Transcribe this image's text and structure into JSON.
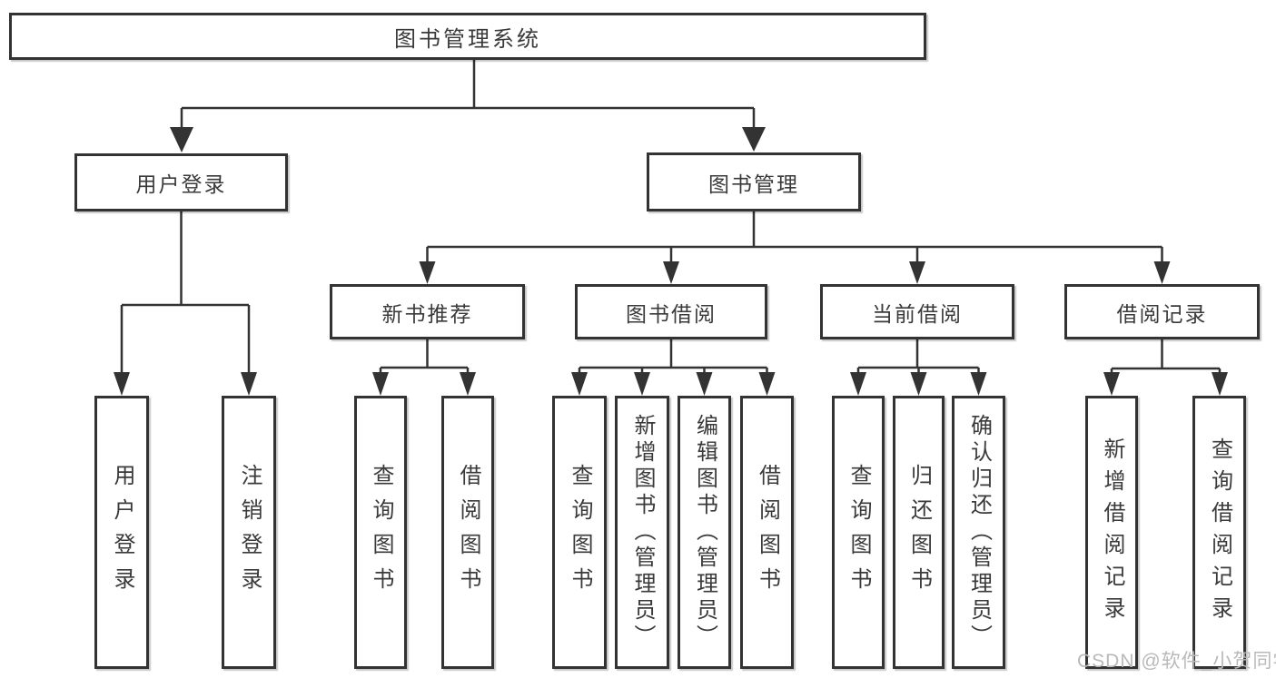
{
  "tree": {
    "label": "图书管理系统",
    "children": [
      {
        "label": "用户登录",
        "children": [
          {
            "label": "用户登录"
          },
          {
            "label": "注销登录"
          }
        ]
      },
      {
        "label": "图书管理",
        "children": [
          {
            "label": "新书推荐",
            "children": [
              {
                "label": "查询图书"
              },
              {
                "label": "借阅图书"
              }
            ]
          },
          {
            "label": "图书借阅",
            "children": [
              {
                "label": "查询图书"
              },
              {
                "label": "新增图书（管理员）"
              },
              {
                "label": "编辑图书（管理员）"
              },
              {
                "label": "借阅图书"
              }
            ]
          },
          {
            "label": "当前借阅",
            "children": [
              {
                "label": "查询图书"
              },
              {
                "label": "归还图书"
              },
              {
                "label": "确认归还（管理员）"
              }
            ]
          },
          {
            "label": "借阅记录",
            "children": [
              {
                "label": "新增借阅记录"
              },
              {
                "label": "查询借阅记录"
              }
            ]
          }
        ]
      }
    ]
  },
  "watermark": "CSDN @软件_小贺同学",
  "colors": {
    "line": "#333333",
    "box_border": "#333333",
    "text": "#3a3a3a",
    "watermark": "#b9b9b9",
    "background": "#ffffff"
  }
}
